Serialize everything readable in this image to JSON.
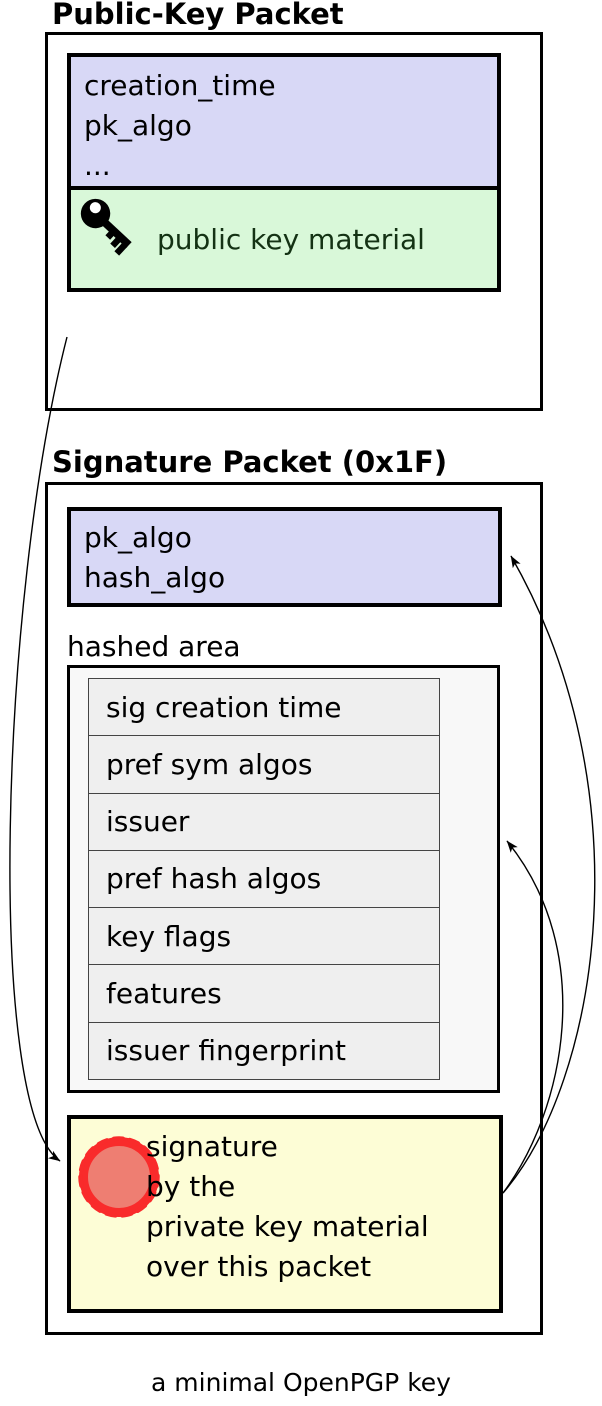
{
  "diagram": {
    "caption": "a minimal OpenPGP key",
    "public_key_packet": {
      "title": "Public-Key Packet",
      "header_fields": [
        "creation_time",
        "pk_algo",
        "..."
      ],
      "key_material": {
        "icon": "key-icon",
        "label": "public key material"
      }
    },
    "signature_packet": {
      "title": "Signature Packet (0x1F)",
      "header_fields": [
        "pk_algo",
        "hash_algo"
      ],
      "hashed_area": {
        "label": "hashed area",
        "rows": [
          "sig creation time",
          "pref sym algos",
          "issuer",
          "pref hash algos",
          "key flags",
          "features",
          "issuer fingerprint"
        ]
      },
      "signature": {
        "icon": "seal-icon",
        "lines": [
          "signature",
          "by the",
          "private key material",
          "over this packet"
        ]
      }
    },
    "arrows": {
      "left_arrow": "public-key-packet-to-signature",
      "right_arrow_top": "signature-to-header-fields",
      "right_arrow_bottom": "signature-to-hashed-area"
    },
    "colors": {
      "header_fill": "#d8d8f6",
      "key_material_fill": "#d9f8d9",
      "key_material_text": "#143214",
      "hashed_area_fill": "#f8f8f8",
      "hashed_row_fill": "#efefef",
      "signature_fill": "#fdfdd6",
      "seal_outer": "#f92b2b",
      "seal_inner": "#ee7e72",
      "border": "#000000"
    }
  }
}
